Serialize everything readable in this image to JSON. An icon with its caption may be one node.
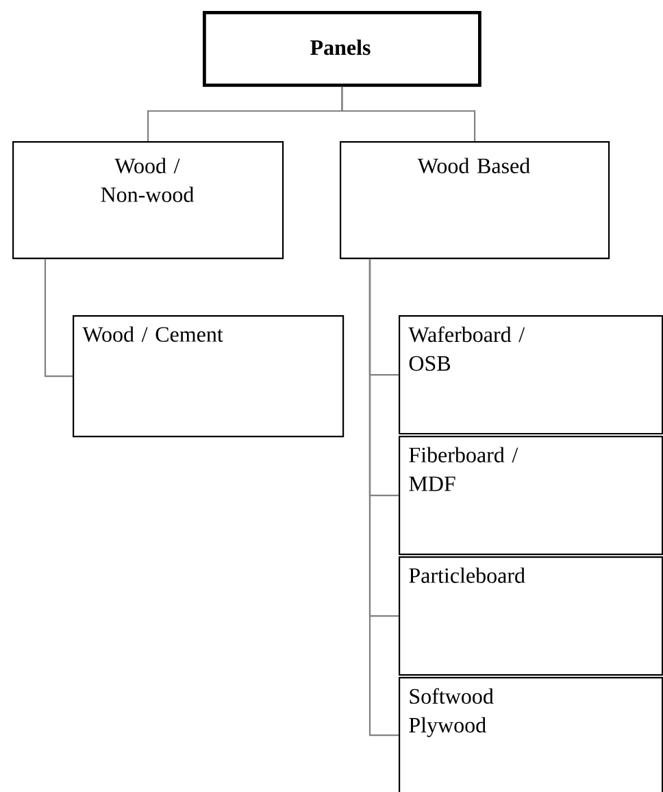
{
  "diagram": {
    "nodes": [
      {
        "text": [
          "Panels"
        ]
      },
      {
        "text": [
          "Wood / Non-wood"
        ]
      },
      {
        "text": [
          "Wood Based"
        ]
      },
      {
        "text": [
          "Wood / Cement"
        ]
      },
      {
        "text": [
          "Waferboard / OSB"
        ]
      },
      {
        "text": [
          "Fiberboard / MDF"
        ]
      },
      {
        "text": [
          "Particleboard"
        ]
      },
      {
        "text": [
          "Softwood Plywood"
        ]
      }
    ],
    "edges": [
      {
        "from": 0,
        "to": 1,
        "arrow": "none"
      },
      {
        "from": 0,
        "to": 2,
        "arrow": "none"
      },
      {
        "from": 1,
        "to": 3,
        "arrow": "none"
      },
      {
        "from": 2,
        "to": 4,
        "arrow": "none"
      },
      {
        "from": 2,
        "to": 5,
        "arrow": "none"
      },
      {
        "from": 2,
        "to": 6,
        "arrow": "none"
      },
      {
        "from": 2,
        "to": 7,
        "arrow": "none"
      }
    ]
  }
}
